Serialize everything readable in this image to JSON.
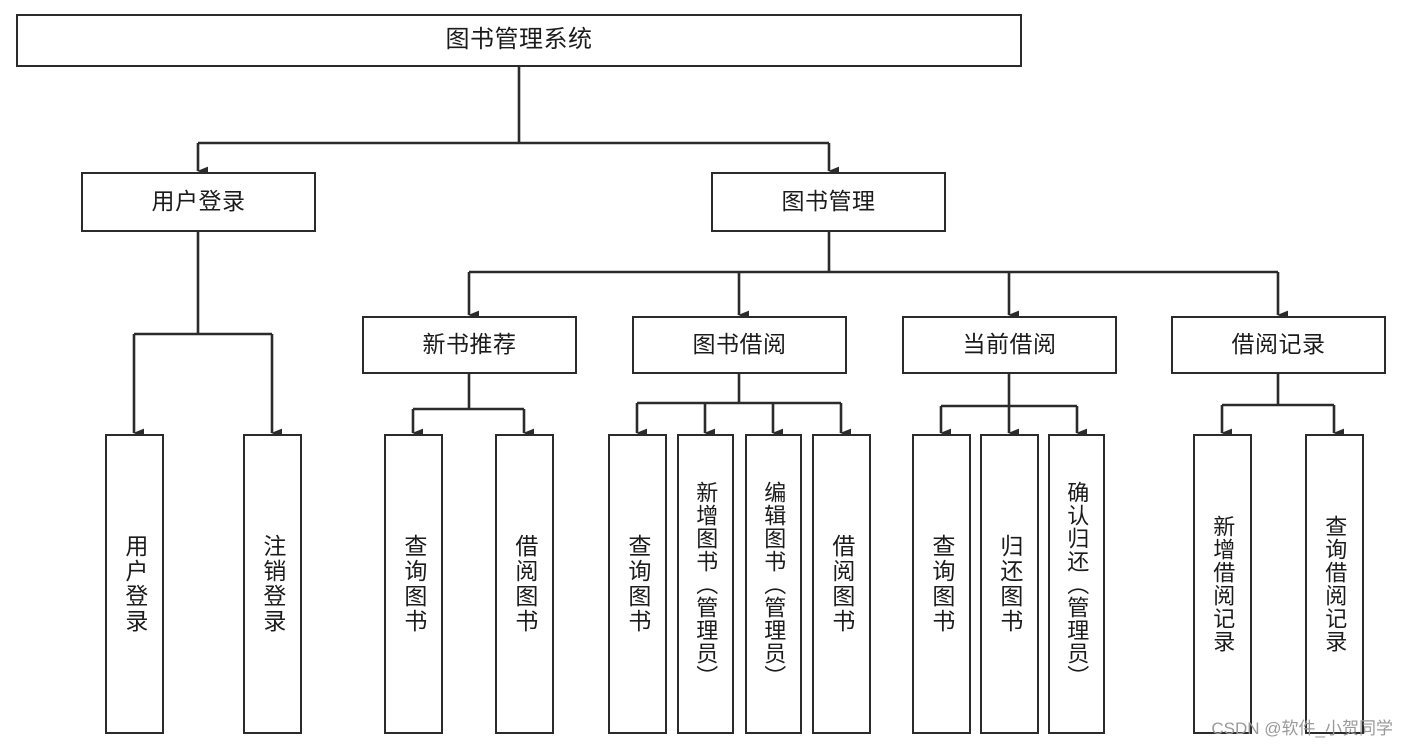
{
  "diagram": {
    "title": "图书管理系统",
    "type": "tree-hierarchy-chart",
    "watermark": "CSDN @软件_小贺同学",
    "colors": {
      "stroke": "#2b2b2b",
      "fill": "#ffffff",
      "text": "#1b1b1b",
      "watermark": "#9a9a9a"
    },
    "nodes": {
      "root": {
        "label": "图书管理系统"
      },
      "level1": [
        {
          "label": "用户登录"
        },
        {
          "label": "图书管理"
        }
      ],
      "level2": [
        {
          "label": "新书推荐"
        },
        {
          "label": "图书借阅"
        },
        {
          "label": "当前借阅"
        },
        {
          "label": "借阅记录"
        }
      ],
      "leaves_user_login": [
        {
          "label": "用户登录"
        },
        {
          "label": "注销登录"
        }
      ],
      "leaves_new_book": [
        {
          "label": "查询图书"
        },
        {
          "label": "借阅图书"
        }
      ],
      "leaves_borrow": [
        {
          "label": "查询图书"
        },
        {
          "label": "新增图书（管理员）"
        },
        {
          "label": "编辑图书（管理员）"
        },
        {
          "label": "借阅图书"
        }
      ],
      "leaves_current": [
        {
          "label": "查询图书"
        },
        {
          "label": "归还图书"
        },
        {
          "label": "确认归还（管理员）"
        }
      ],
      "leaves_record": [
        {
          "label": "新增借阅记录"
        },
        {
          "label": "查询借阅记录"
        }
      ]
    }
  }
}
